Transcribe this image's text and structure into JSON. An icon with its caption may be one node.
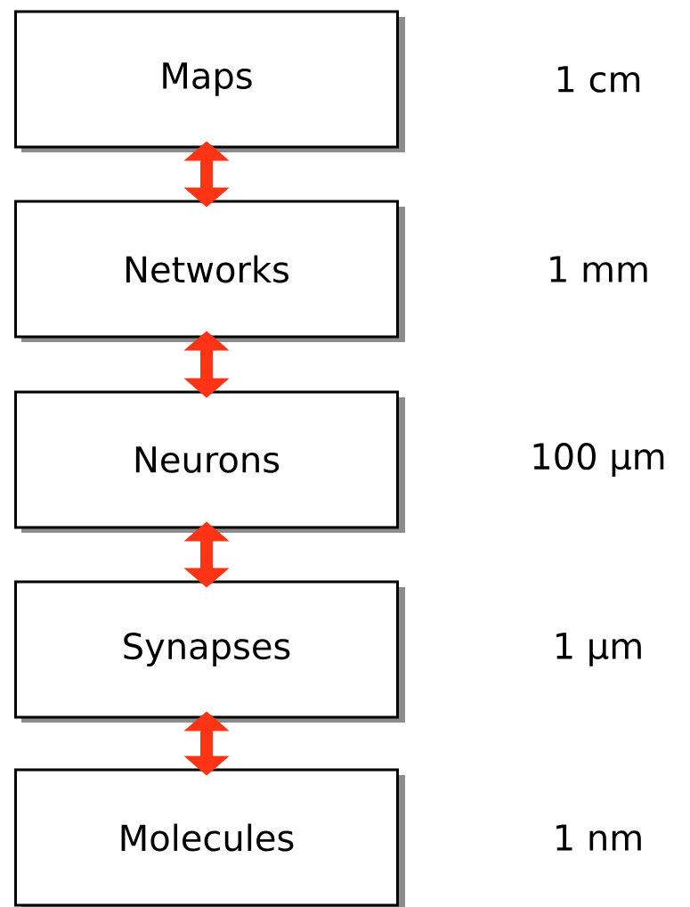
{
  "diagram": {
    "nodes": [
      {
        "text": [
          "Maps"
        ]
      },
      {
        "text": [
          "Networks"
        ]
      },
      {
        "text": [
          "Neurons"
        ]
      },
      {
        "text": [
          "Synapses"
        ]
      },
      {
        "text": [
          "Molecules"
        ]
      }
    ],
    "edges": [
      {
        "from": 0,
        "to": 1,
        "arrow": "both"
      },
      {
        "from": 1,
        "to": 2,
        "arrow": "both"
      },
      {
        "from": 2,
        "to": 3,
        "arrow": "both"
      },
      {
        "from": 3,
        "to": 4,
        "arrow": "both"
      }
    ],
    "labels": [
      "1 cm",
      "1 mm",
      "100 µm",
      "1 µm",
      "1 nm"
    ]
  }
}
